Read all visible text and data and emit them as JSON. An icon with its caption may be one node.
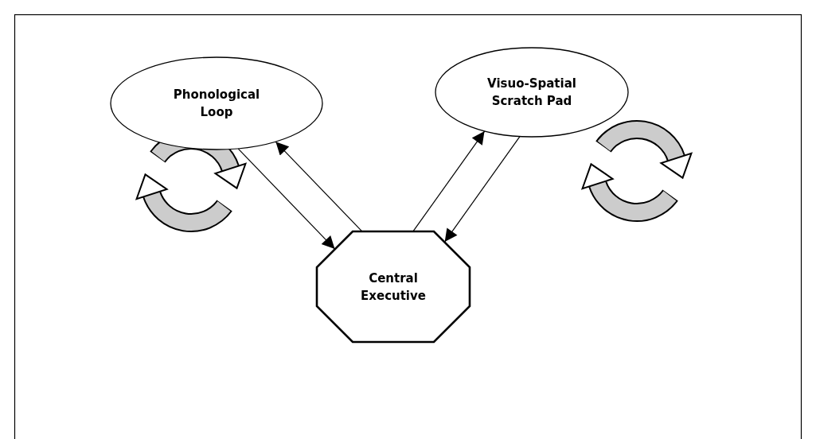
{
  "diagram": {
    "nodes": [
      {
        "text": [
          "Phonological Loop"
        ]
      },
      {
        "text": [
          "Visuo-Spatial Scratch Pad"
        ]
      },
      {
        "text": [
          "Central Executive"
        ]
      }
    ],
    "edges": [
      {
        "from": 0,
        "to": 2,
        "arrow": "to"
      },
      {
        "from": 2,
        "to": 0,
        "arrow": "to"
      },
      {
        "from": 2,
        "to": 1,
        "arrow": "to"
      },
      {
        "from": 1,
        "to": 2,
        "arrow": "to"
      }
    ]
  }
}
